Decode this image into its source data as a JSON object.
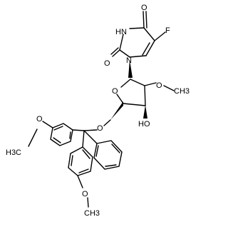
{
  "molecule": {
    "atom_labels": {
      "o_c4": "O",
      "nh": "HN",
      "f": "F",
      "o_c2": "O",
      "n1": "N",
      "o_ring": "O",
      "o_me2": "O",
      "methyl_o2": "CH3",
      "oh": "HO",
      "o_trityl": "O",
      "o_ome_left": "O",
      "h3c_left": "H3C",
      "o_ome_bottom": "O",
      "ch3_bottom": "CH3"
    },
    "colors": {
      "bond": "#000000",
      "text": "#000000",
      "background": "#ffffff"
    }
  }
}
